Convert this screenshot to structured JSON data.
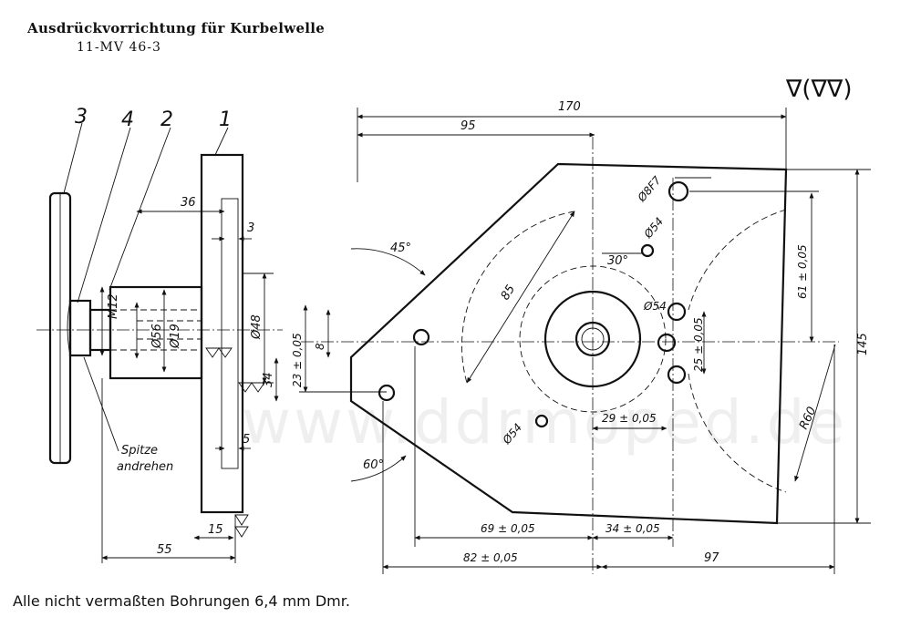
{
  "header": {
    "title": "Ausdrückvorrichtung für Kurbelwelle",
    "subtitle": "11-MV 46-3"
  },
  "footer": {
    "note": "Alle nicht vermaßten Bohrungen 6,4 mm Dmr."
  },
  "watermark": "www.ddrmoped.de",
  "surface_symbol": "∇(∇∇)",
  "part_numbers": [
    "3",
    "4",
    "2",
    "1"
  ],
  "side_view": {
    "dims": {
      "d36": "36",
      "d3": "3",
      "m12": "M12",
      "phi56": "Ø56",
      "phi19": "Ø19",
      "phi48": "Ø48",
      "d34": "34",
      "d5": "5",
      "d15": "15",
      "d55": "55"
    },
    "note_line1": "Spitze",
    "note_line2": "andrehen"
  },
  "plate_view": {
    "dims": {
      "d170": "170",
      "d95": "95",
      "angle45": "45°",
      "angle30": "30°",
      "angle60": "60°",
      "d85": "85",
      "phi8f7": "Ø8F7",
      "phi54a": "Ø54",
      "phi54b": "Ø54",
      "phi54c": "Ø54",
      "d61": "61 ± 0,05",
      "d25": "25 ± 0,05",
      "d29": "29 ± 0,05",
      "d23": "23 ± 0,05",
      "d8": "8",
      "d145": "145",
      "r60": "R60",
      "d69": "69 ± 0,05",
      "d34b": "34 ± 0,05",
      "d82": "82 ± 0,05",
      "d97": "97"
    }
  }
}
